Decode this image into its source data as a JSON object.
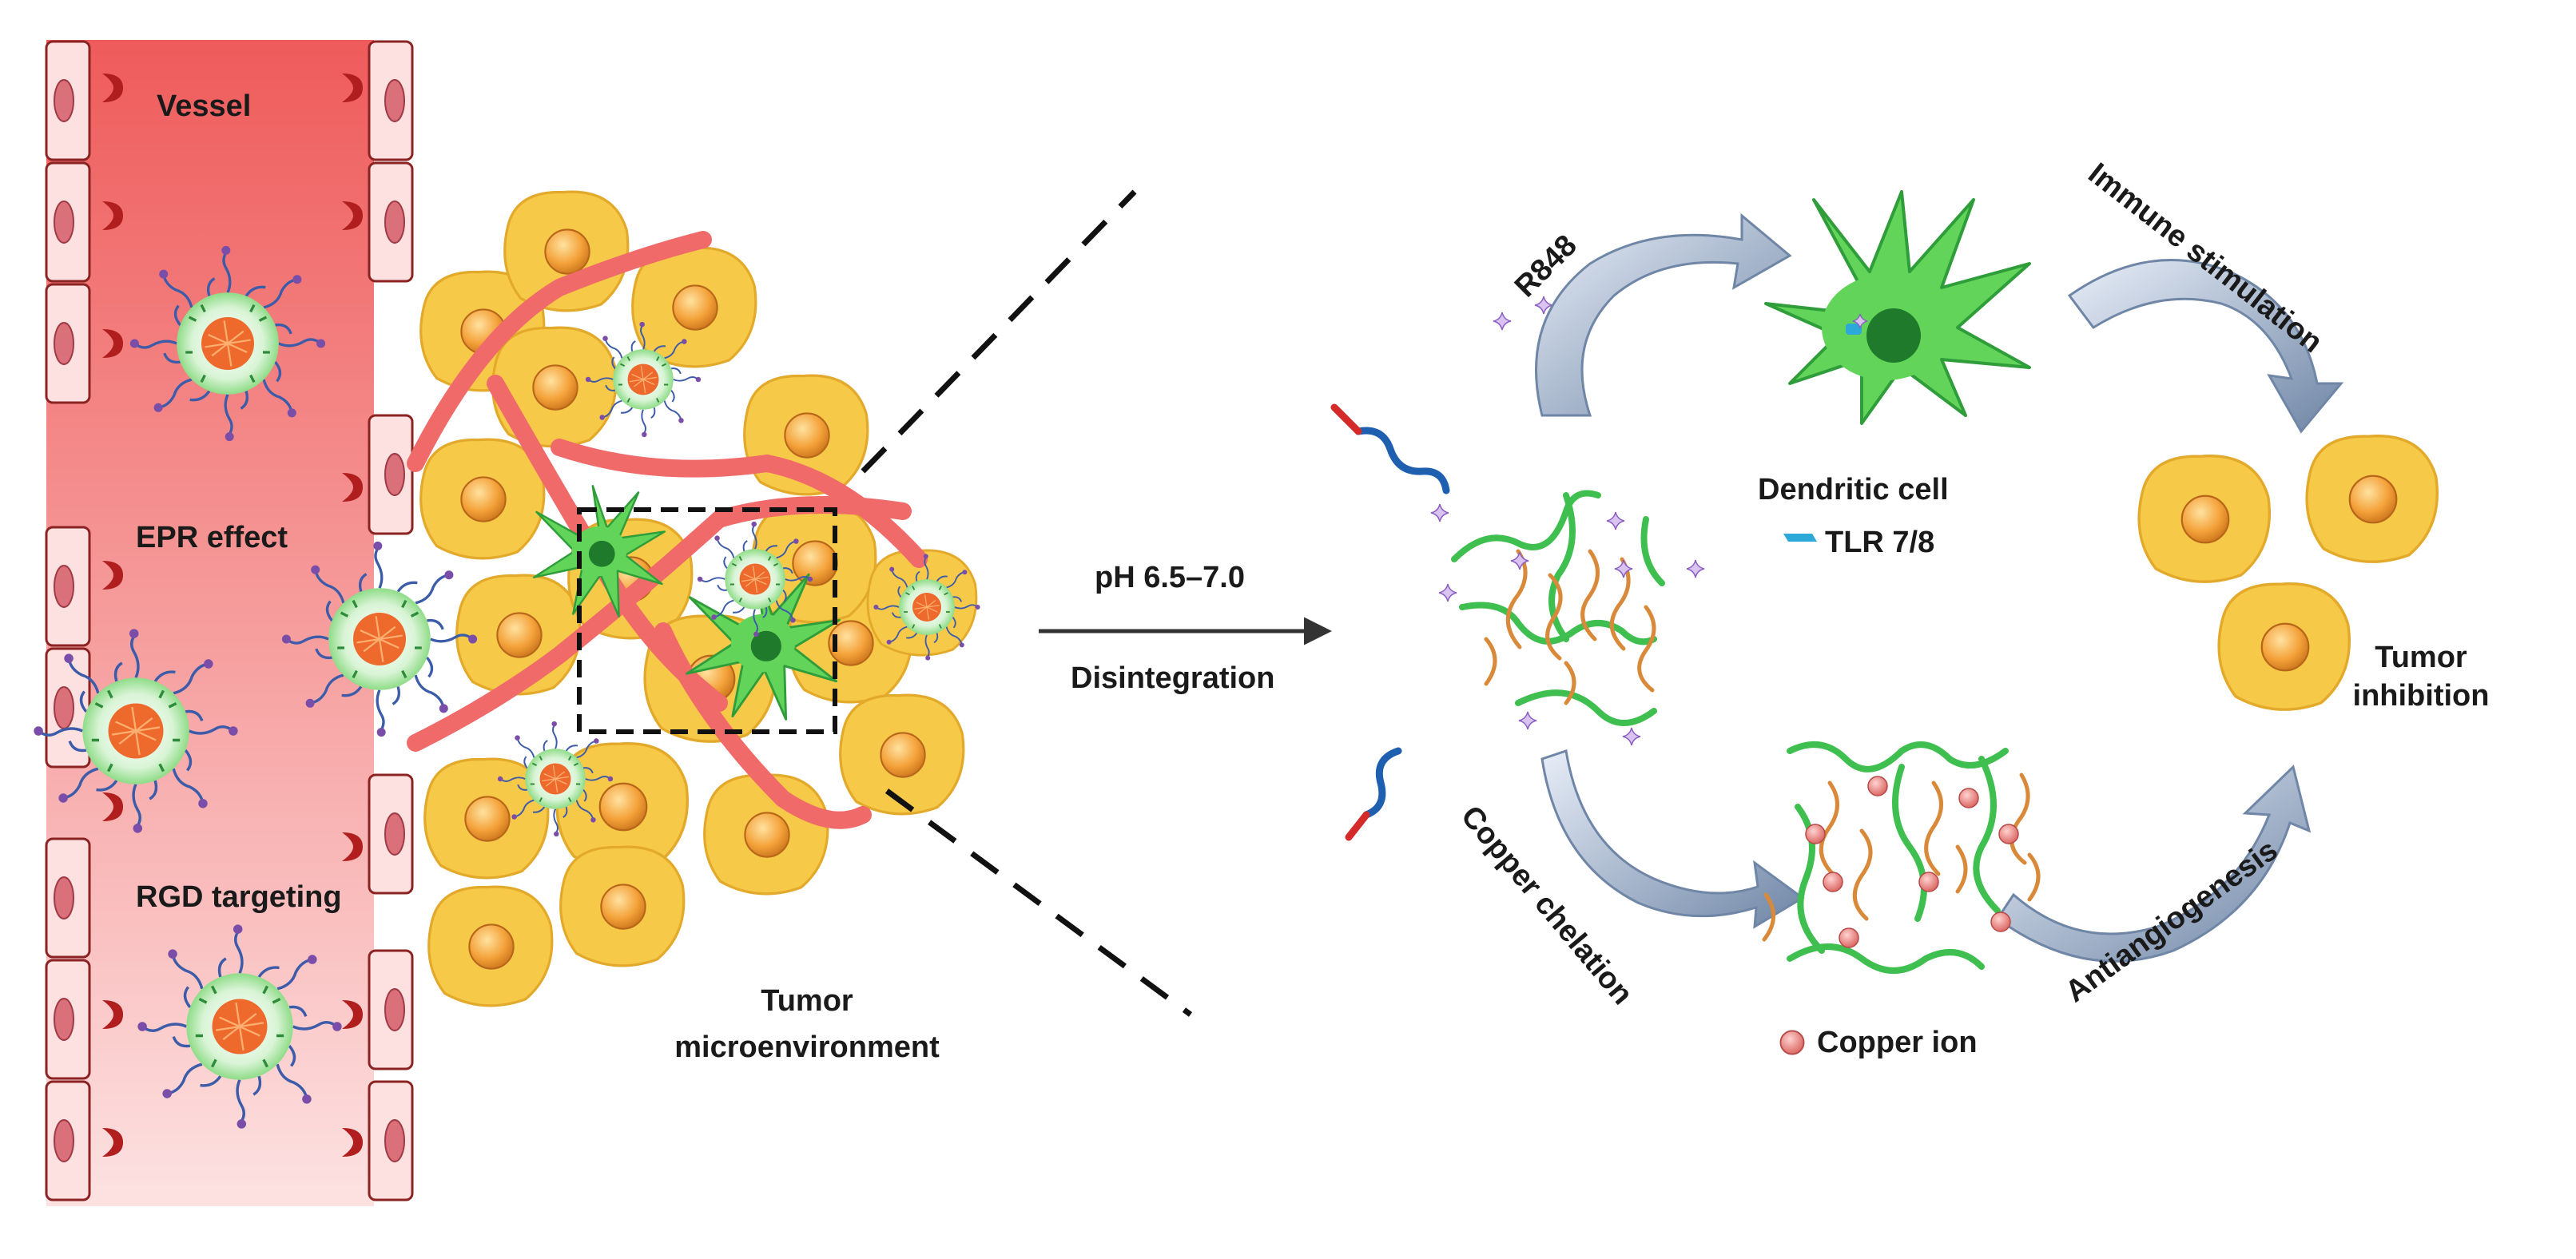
{
  "labels": {
    "vessel": "Vessel",
    "epr": "EPR effect",
    "rgd": "RGD targeting",
    "tme_line1": "Tumor",
    "tme_line2": "microenvironment",
    "ph": "pH 6.5–7.0",
    "disintegration": "Disintegration",
    "r848": "R848",
    "dendritic": "Dendritic cell",
    "tlr": "TLR 7/8",
    "immune": "Immune stimulation",
    "tumor_inhibition_line1": "Tumor",
    "tumor_inhibition_line2": "inhibition",
    "copper_chelation": "Copper chelation",
    "copper_ion": "Copper ion",
    "antiangiogenesis": "Antiangiogenesis"
  },
  "colors": {
    "vessel": "#f26b6b",
    "vessel_light": "#fbd6d6",
    "tumor_cell": "#f7c948",
    "tumor_cell_light": "#fde9a5",
    "nucleus": "#f5a43a",
    "dendritic": "#6dd85a",
    "dendritic_dark": "#2f9d3a",
    "polymer": "#3fbf4f",
    "chain": "#d9893a",
    "copper": "#e8837f",
    "r848": "#b48ad8",
    "arrow": "#8fa3bf"
  },
  "icons": [
    "nanoparticle-icon",
    "receptor-icon",
    "dendritic-cell-icon",
    "tumor-cell-icon",
    "copper-ion-icon",
    "r848-icon",
    "tlr-icon",
    "peptide-icon"
  ]
}
